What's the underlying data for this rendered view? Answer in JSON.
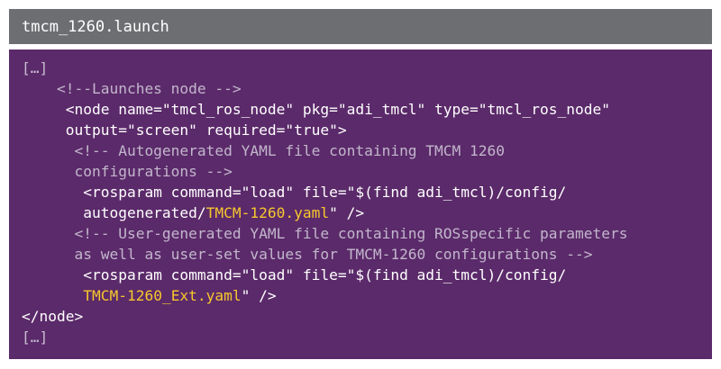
{
  "title": "tmcm_1260.launch",
  "lines": [
    {
      "pre": "[…]",
      "cls": "ellipsis"
    },
    {
      "pre": "    <!--Launches node -->",
      "cls": "comment"
    },
    {
      "pre": "     <node name=\"tmcl_ros_node\" pkg=\"adi_tmcl\" type=\"tmcl_ros_node\"",
      "cls": "code"
    },
    {
      "pre": "     output=\"screen\" required=\"true\">",
      "cls": "code"
    },
    {
      "pre": "      <!-- Autogenerated YAML file containing TMCM 1260",
      "cls": "comment"
    },
    {
      "pre": "      configurations -->",
      "cls": "comment"
    },
    {
      "pre": "       <rosparam command=\"load\" file=\"$(find adi_tmcl)/config/",
      "cls": "code"
    },
    {
      "pre": "       autogenerated/",
      "hl": "TMCM-1260.yaml",
      "post": "\" />",
      "cls": "code"
    },
    {
      "pre": "      <!-- User-generated YAML file containing ROSspecific parameters",
      "cls": "comment"
    },
    {
      "pre": "      as well as user-set values for TMCM-1260 configurations -->",
      "cls": "comment"
    },
    {
      "pre": "       <rosparam command=\"load\" file=\"$(find adi_tmcl)/config/",
      "cls": "code"
    },
    {
      "pre": "       ",
      "hl": "TMCM-1260_Ext.yaml",
      "post": "\" />",
      "cls": "code"
    },
    {
      "pre": "</node>",
      "cls": "code"
    },
    {
      "pre": "[…]",
      "cls": "ellipsis"
    }
  ],
  "colors": {
    "titlebar": "#6d6e72",
    "panel": "#5b2a6a",
    "highlight": "#f7c72d",
    "comment": "#c2b6cc"
  }
}
